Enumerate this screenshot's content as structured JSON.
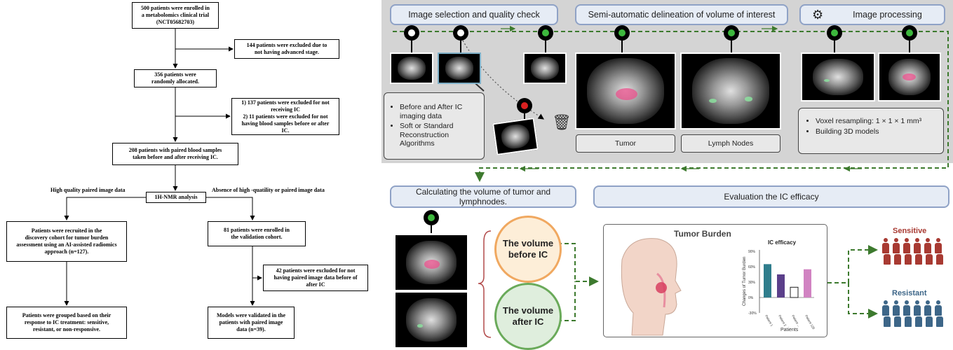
{
  "flowchart": {
    "box_enrolled": "500 patients were enrolled in\na metabolomics clinical trial\n(NCT05682703)",
    "box_excluded_stage": "144 patients were excluded due to\nnot having advanced stage.",
    "box_randomized": "356 patients were\nrandomly allocated.",
    "box_excluded_ic": "1) 137 patients were excluded for not\nreceiving IC\n2) 11 patients were excluded for not\nhaving blood samples before or after\nIC.",
    "box_paired_blood": "208 patients with paired blood samples\ntaken before and after receiving IC.",
    "box_nmr": "1H-NMR analysis",
    "label_high_quality": "High quality paired image data",
    "label_absence": "Absence of high -quatility or paired image data",
    "box_discovery": "Patients were recruited in the\ndiscovery cohort for tumor burden\nassessment using an AI-assisted radiomics\napproach (n=127).",
    "box_validation_enrolled": "81 patients were enrolled in\nthe validation cohort.",
    "box_excluded_image": "42 patients were excluded for not\nhaving paired image data before of\nafter IC",
    "box_grouped": "Patients were grouped based on their\nresponse to IC treatment: sensitive,\nresistant, or non-responsive.",
    "box_validated": "Models were validated in the\npatients with paired image\ndata (n=39)."
  },
  "pipeline": {
    "step1_title": "Image selection and quality check",
    "step2_title": "Semi-automatic delineation of volume of interest",
    "step3_title": "Image processing",
    "step3_icon": "gear-icon",
    "step1_bullets": [
      "Before and After IC imaging data",
      "Soft or Standard Reconstruction Algorithms"
    ],
    "step3_bullets": [
      "Voxel resampling: 1 × 1 × 1 mm³",
      "Building 3D models"
    ],
    "tumor_label": "Tumor",
    "lymph_label": "Lymph Nodes",
    "trash_icon": "trash-icon",
    "step4_title": "Calculating the volume of tumor and lymphnodes.",
    "step5_title": "Evaluation the IC efficacy",
    "volume_before": "The volume\nbefore IC",
    "volume_after": "The volume\nafter IC",
    "tumor_burden_title": "Tumor Burden",
    "ic_chart": {
      "title": "IC efficacy",
      "ylabel": "Changes of Tumor Burden",
      "xlabel": "Patients",
      "ticks": [
        "90%",
        "60%",
        "30%",
        "0%",
        "-30%"
      ]
    },
    "sensitive_label": "Sensitive",
    "resistant_label": "Resistant",
    "colors": {
      "accent_header": "#8fa2c6",
      "arrow_green": "#3d7a2e",
      "sensitive": "#a83a32",
      "resistant": "#3d6688",
      "before_circle": "#f0a860",
      "after_circle": "#6aaa5a"
    }
  },
  "chart_data": {
    "type": "bar",
    "title": "IC efficacy",
    "xlabel": "Patients",
    "ylabel": "Changes of Tumor Burden",
    "categories": [
      "Patient 1",
      "Patient 2",
      "Patient ...",
      "Patient 128"
    ],
    "values": [
      65,
      45,
      20,
      55
    ],
    "colors": [
      "#2f7d8c",
      "#5b3f8a",
      "#ffffff",
      "#d183c2"
    ],
    "ylim": [
      -30,
      90
    ]
  }
}
